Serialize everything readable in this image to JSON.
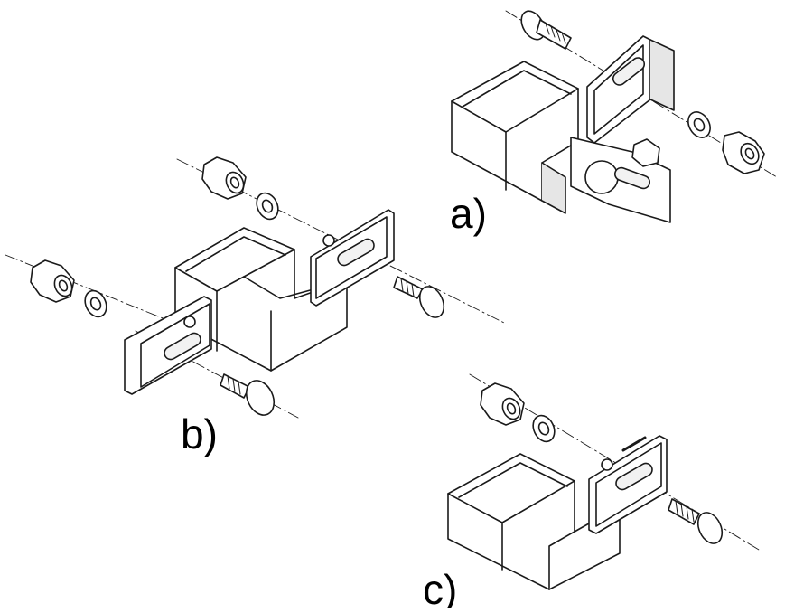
{
  "labels": {
    "a": "a)",
    "b": "b)",
    "c": "c)"
  },
  "colors": {
    "line": "#1a1a1a",
    "fill": "#ffffff",
    "shade": "#d9d9d9",
    "hole": "#f2f2f2"
  },
  "assemblies": [
    {
      "id": "a",
      "parts": [
        "carriage-bolt",
        "square-clamp",
        "slotted-bracket",
        "washer",
        "hex-nut",
        "hex-nut"
      ]
    },
    {
      "id": "b",
      "parts": [
        "hex-nut",
        "washer",
        "hex-nut",
        "washer",
        "double-clamp",
        "slotted-bracket",
        "slotted-bracket",
        "carriage-bolt",
        "carriage-bolt"
      ]
    },
    {
      "id": "c",
      "parts": [
        "hex-nut",
        "washer",
        "square-clamp",
        "slotted-bracket",
        "carriage-bolt"
      ]
    }
  ]
}
